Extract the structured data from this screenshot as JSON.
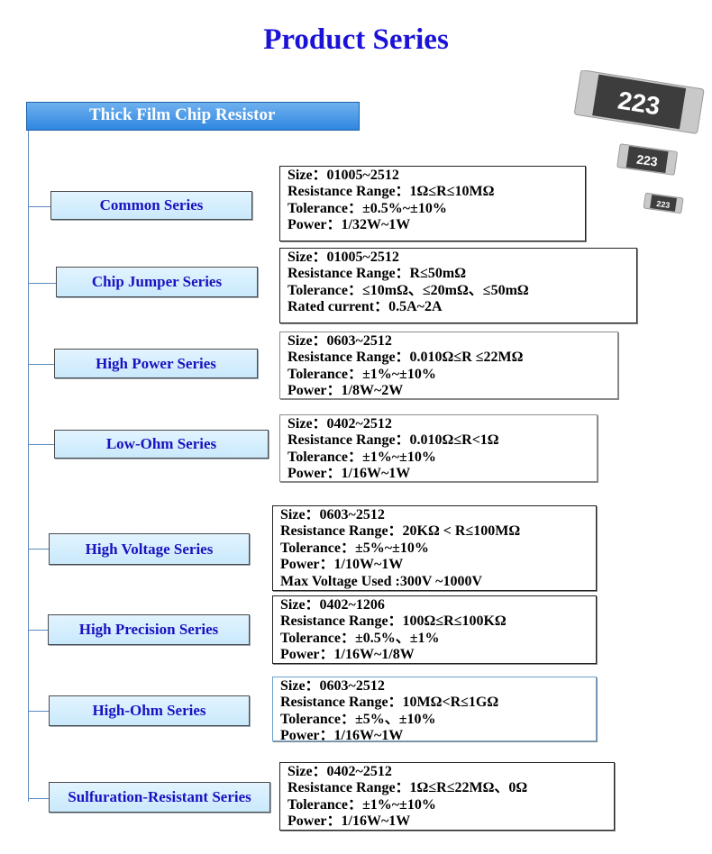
{
  "page_title": "Product Series",
  "root": {
    "label": "Thick Film Chip Resistor"
  },
  "chip_marking": "223",
  "series": [
    {
      "name": "Common Series",
      "specs": [
        "Size：01005~2512",
        "Resistance Range：1Ω≤R≤10MΩ",
        "Tolerance：±0.5%~±10%",
        "Power：1/32W~1W"
      ]
    },
    {
      "name": "Chip Jumper Series",
      "specs": [
        "Size：01005~2512",
        "Resistance Range：R≤50mΩ",
        "Tolerance：≤10mΩ、≤20mΩ、≤50mΩ",
        "Rated current：0.5A~2A"
      ]
    },
    {
      "name": "High Power Series",
      "specs": [
        "Size：0603~2512",
        "Resistance Range：0.010Ω≤R ≤22MΩ",
        "Tolerance：±1%~±10%",
        "Power：1/8W~2W"
      ]
    },
    {
      "name": "Low-Ohm Series",
      "specs": [
        "Size：0402~2512",
        "Resistance Range：0.010Ω≤R<1Ω",
        "Tolerance：±1%~±10%",
        "Power：1/16W~1W"
      ]
    },
    {
      "name": "High Voltage Series",
      "specs": [
        "Size：0603~2512",
        "Resistance Range：20KΩ < R≤100MΩ",
        "Tolerance：±5%~±10%",
        "Power：1/10W~1W",
        "Max Voltage Used :300V ~1000V"
      ]
    },
    {
      "name": "High Precision Series",
      "specs": [
        "Size：0402~1206",
        "Resistance Range：100Ω≤R≤100KΩ",
        "Tolerance：±0.5%、±1%",
        "Power：1/16W~1/8W"
      ]
    },
    {
      "name": "High-Ohm Series",
      "specs": [
        "Size：0603~2512",
        "Resistance Range：10MΩ<R≤1GΩ",
        "Tolerance：±5%、±10%",
        "Power：1/16W~1W"
      ]
    },
    {
      "name": "Sulfuration-Resistant Series",
      "specs": [
        "Size：0402~2512",
        "Resistance Range：1Ω≤R≤22MΩ、0Ω",
        "Tolerance：±1%~±10%",
        "Power：1/16W~1W"
      ]
    }
  ]
}
